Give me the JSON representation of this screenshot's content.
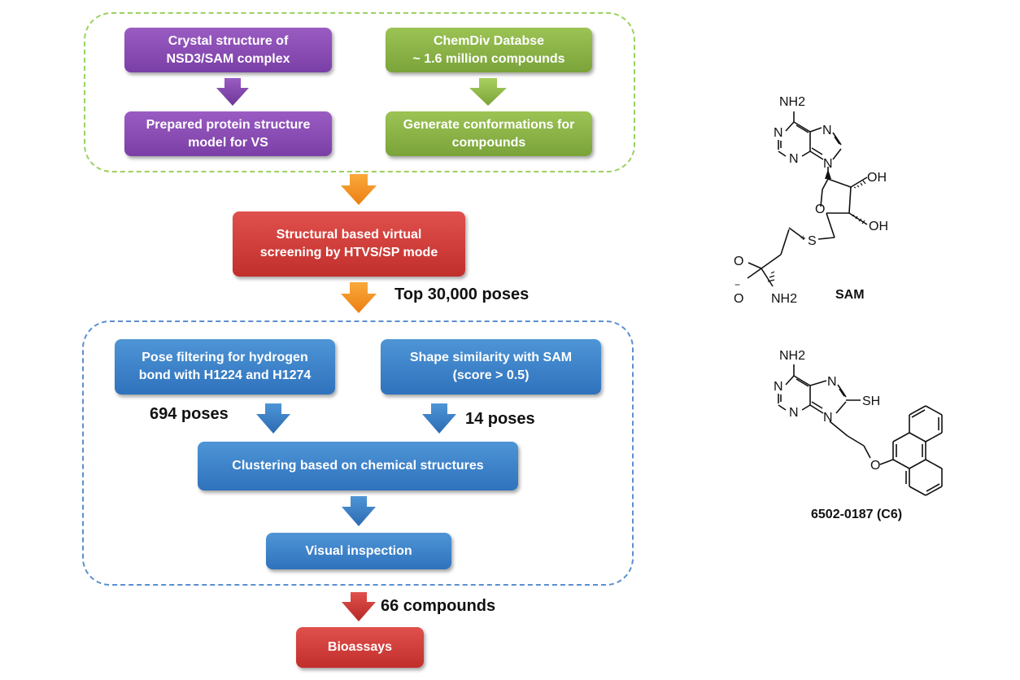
{
  "workflow": {
    "crystal": "Crystal structure of\nNSD3/SAM complex",
    "prepared": "Prepared protein structure\nmodel for VS",
    "chemdiv": "ChemDiv  Databse\n~ 1.6 million compounds",
    "conformations": "Generate conformations for\ncompounds",
    "screening": "Structural based virtual\nscreening by HTVS/SP mode",
    "top_poses": "Top 30,000 poses",
    "pose_filter": "Pose filtering for hydrogen\nbond with H1224 and H1274",
    "shape": "Shape similarity with SAM\n(score > 0.5)",
    "poses_694": "694 poses",
    "poses_14": "14 poses",
    "clustering": "Clustering based on chemical structures",
    "visual": "Visual inspection",
    "compounds_66": "66 compounds",
    "bioassays": "Bioassays"
  },
  "molecules": {
    "sam": {
      "name": "SAM",
      "labels": {
        "nh2_top": "NH2",
        "n1": "N",
        "n3": "N",
        "n7": "N",
        "n9": "N",
        "ring_o": "O",
        "oh1": "OH",
        "oh2": "OH",
        "s": "S",
        "s_charge": "+",
        "carbonyl_o": "O",
        "carboxylate_o": "O",
        "carboxylate_charge": "−",
        "amine": "NH2"
      }
    },
    "c6": {
      "name": "6502-0187 (C6)",
      "labels": {
        "nh2": "NH2",
        "n1": "N",
        "n3": "N",
        "n7": "N",
        "n9": "N",
        "sh": "SH",
        "o": "O"
      }
    }
  },
  "colors": {
    "purple": "#8a4cb5",
    "green": "#8bb545",
    "red": "#d23e3a",
    "blue": "#3f85cc",
    "orange": "#f5951f",
    "arrow_blue": "#2f72bd",
    "arrow_red": "#c12f2c",
    "green_dashed": "#9bd161",
    "blue_dashed": "#5b8fd0"
  }
}
